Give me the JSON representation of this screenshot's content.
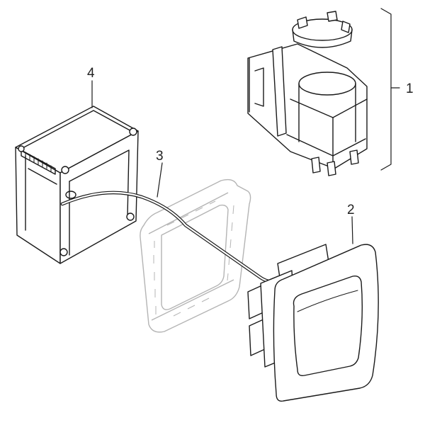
{
  "diagram": {
    "callouts": [
      {
        "id": "1",
        "text": "1"
      },
      {
        "id": "2",
        "text": "2"
      },
      {
        "id": "3",
        "text": "3"
      },
      {
        "id": "4",
        "text": "4"
      }
    ]
  },
  "colors": {
    "line": "#1a1a1a",
    "frame_line": "#b4b4b4",
    "background": "#ffffff"
  }
}
